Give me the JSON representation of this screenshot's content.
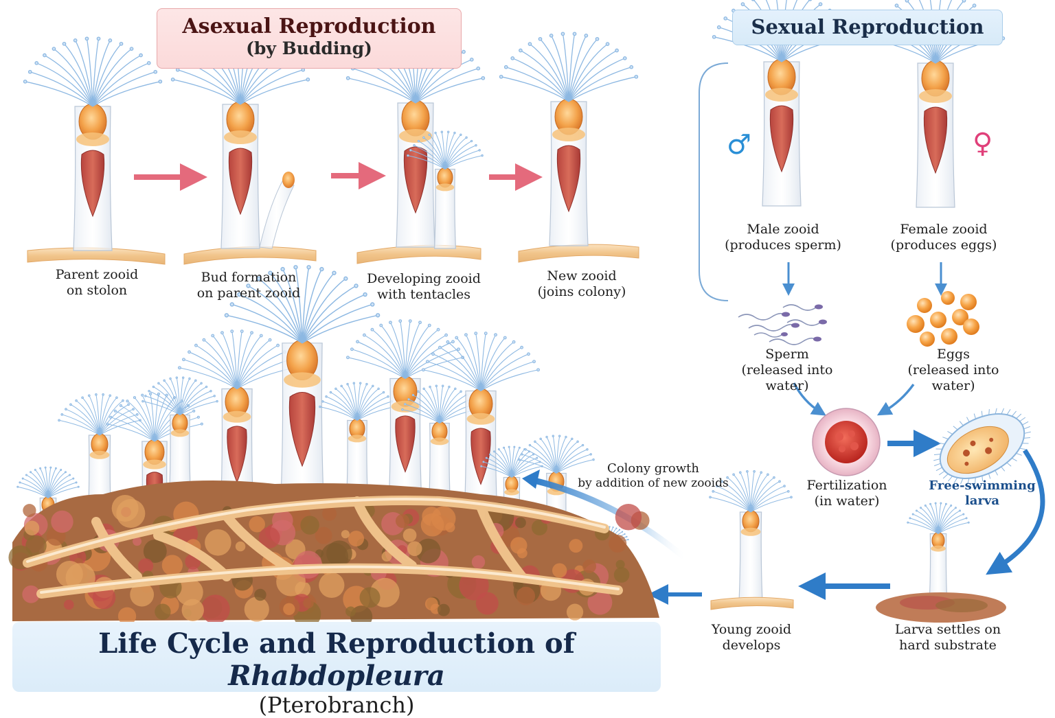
{
  "asexual": {
    "title": "Asexual Reproduction",
    "subtitle": "(by Budding)",
    "steps": [
      {
        "line1": "Parent zooid",
        "line2": "on stolon"
      },
      {
        "line1": "Bud formation",
        "line2": "on parent zooid"
      },
      {
        "line1": "Developing zooid",
        "line2": "with tentacles"
      },
      {
        "line1": "New zooid",
        "line2": "(joins colony)"
      }
    ]
  },
  "sexual": {
    "title": "Sexual Reproduction",
    "male": {
      "symbol": "♂",
      "line1": "Male zooid",
      "line2": "(produces sperm)"
    },
    "female": {
      "symbol": "♀",
      "line1": "Female zooid",
      "line2": "(produces eggs)"
    },
    "sperm": {
      "line1": "Sperm",
      "line2": "(released into water)"
    },
    "eggs": {
      "line1": "Eggs",
      "line2": "(released into water)"
    },
    "fertilization": {
      "line1": "Fertilization",
      "line2": "(in water)"
    },
    "larva": {
      "line1": "Free-swimming",
      "line2": "larva"
    },
    "settle": {
      "line1": "Larva settles on",
      "line2": "hard substrate"
    },
    "young": {
      "line1": "Young zooid",
      "line2": "develops"
    }
  },
  "colony": {
    "growth_line1": "Colony growth",
    "growth_line2": "by addition of new zooids"
  },
  "main": {
    "title_prefix": "Life Cycle and Reproduction of ",
    "title_genus": "Rhabdopleura",
    "subtitle": "(Pterobranch)"
  },
  "colors": {
    "male_symbol": "#2a8fd6",
    "female_symbol": "#e0407a",
    "asexual_arrow": "#e46a7c",
    "cycle_arrow": "#2f7cc8"
  }
}
